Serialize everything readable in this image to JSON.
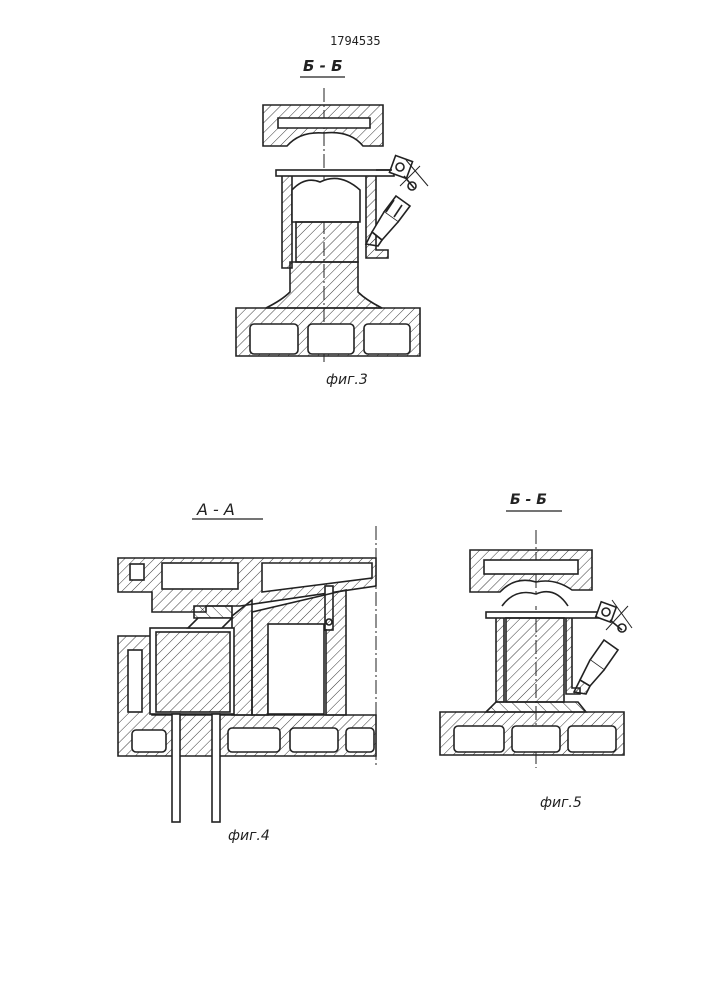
{
  "document": {
    "patent_number": "1794535"
  },
  "figures": [
    {
      "section_label": "Б - Б",
      "caption": "фиг.3"
    },
    {
      "section_label": "А - А",
      "caption": "фиг.4"
    },
    {
      "section_label": "Б - Б",
      "caption": "фиг.5"
    }
  ],
  "colors": {
    "ink": "#222222",
    "paper": "#ffffff"
  }
}
